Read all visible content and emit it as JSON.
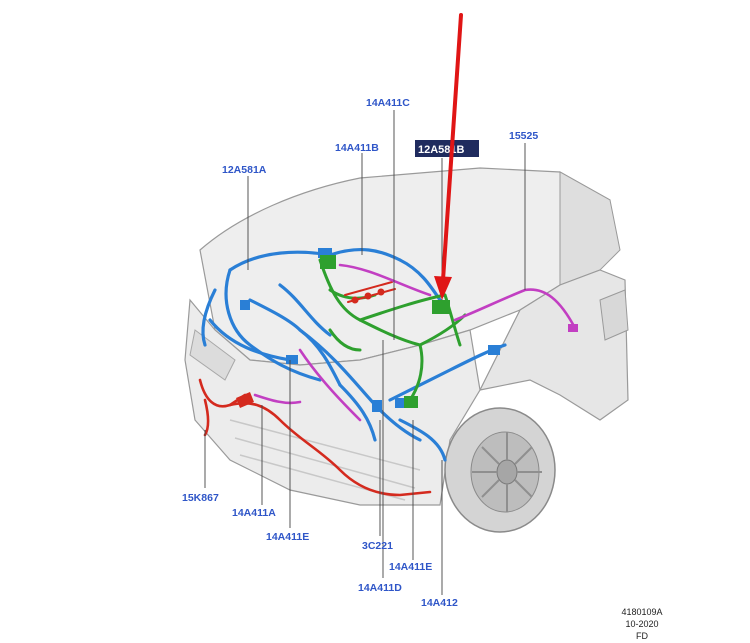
{
  "labels": {
    "harness_12A581A": "12A581A",
    "harness_14A411C": "14A411C",
    "harness_14A411B": "14A411B",
    "harness_12A581B": "12A581B",
    "harness_15525": "15525",
    "harness_15K867": "15K867",
    "harness_14A411A": "14A411A",
    "harness_14A411E_left": "14A411E",
    "harness_3C221": "3C221",
    "harness_14A411E_right": "14A411E",
    "harness_14A411D": "14A411D",
    "harness_14A412": "14A412"
  },
  "footer": {
    "figure_id": "4180109A",
    "date": "10-2020",
    "code": "FD"
  },
  "colors": {
    "label_text": "#2f56c8",
    "highlight_bg": "#1f2b5e",
    "arrow": "#e01515",
    "harness_blue": "#2a7fd6",
    "harness_green": "#2ea02e",
    "harness_magenta": "#c23fc2",
    "harness_red": "#d42a1e"
  }
}
